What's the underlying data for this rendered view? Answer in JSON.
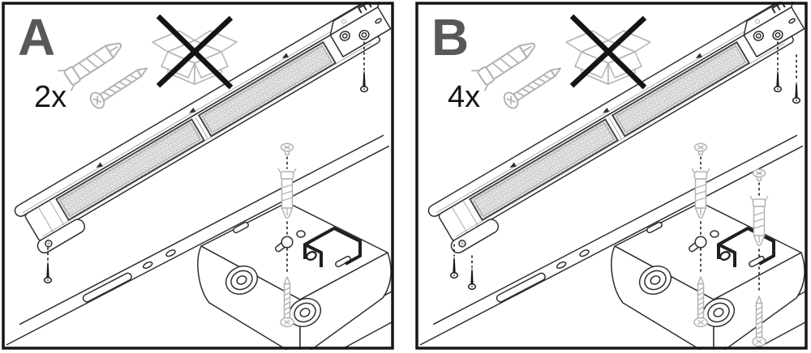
{
  "document": {
    "type": "mounting-instruction-diagram"
  },
  "panels": [
    {
      "label": "A",
      "quantity": "2x",
      "icons": [
        "wall-plug",
        "screw",
        "do-not-use-packaging"
      ]
    },
    {
      "label": "B",
      "quantity": "4x",
      "icons": [
        "wall-plug",
        "screw",
        "do-not-use-packaging"
      ]
    }
  ],
  "colors": {
    "outline": "#2e2e2e",
    "panel_border": "#161616",
    "label": "#56585a",
    "quantity_text": "#141414",
    "hardware_outline": "#b2b2b2",
    "prohibition_x": "#141414",
    "led_panel_fill": "#e3e3e3"
  }
}
